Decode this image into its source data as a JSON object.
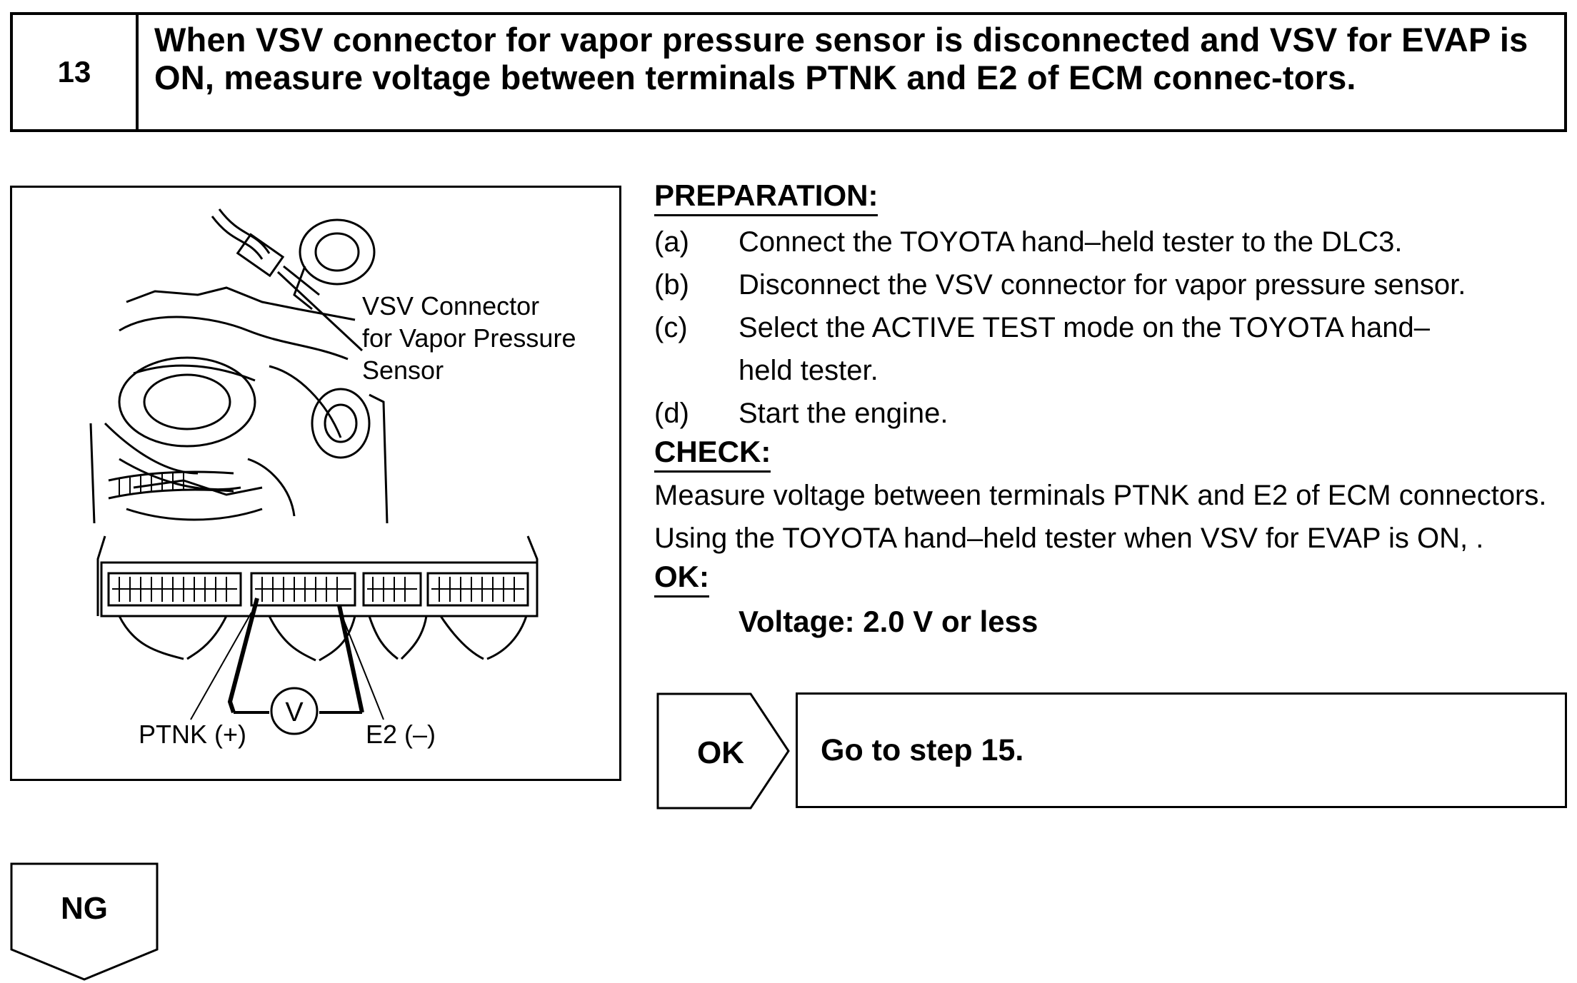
{
  "step": {
    "number": "13",
    "title": "When VSV connector for vapor pressure sensor is disconnected and VSV for EVAP is ON, measure voltage between terminals PTNK and E2 of ECM connec-tors."
  },
  "illustration": {
    "callout_line1": "VSV Connector",
    "callout_line2": "for Vapor Pressure",
    "callout_line3": "Sensor",
    "voltmeter_symbol": "V",
    "terminal_positive": "PTNK (+)",
    "terminal_negative": "E2 (–)"
  },
  "preparation": {
    "heading": "PREPARATION:",
    "items": [
      {
        "letter": "(a)",
        "text": "Connect the TOYOTA hand–held tester to the DLC3."
      },
      {
        "letter": "(b)",
        "text": "Disconnect the VSV connector for vapor pressure sensor."
      },
      {
        "letter": "(c)",
        "text": "Select the ACTIVE TEST mode on the TOYOTA hand–held tester."
      },
      {
        "letter": "(d)",
        "text": "Start the engine."
      }
    ]
  },
  "check": {
    "heading": "CHECK:",
    "text": "Measure voltage between terminals PTNK and E2 of ECM connectors. Using the TOYOTA hand–held tester when VSV for EVAP is ON, ."
  },
  "ok_section": {
    "heading": "OK:",
    "criteria": "Voltage:  2.0 V or less"
  },
  "result_ok": {
    "label": "OK",
    "action": "Go to step 15."
  },
  "result_ng": {
    "label": "NG"
  }
}
